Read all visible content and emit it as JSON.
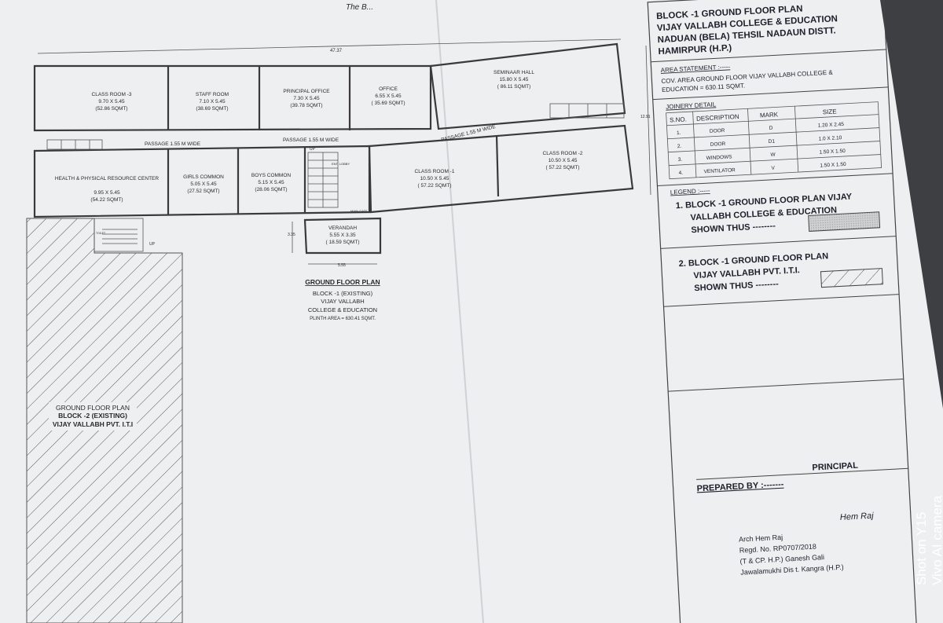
{
  "header_scrap": "The B...",
  "plan": {
    "overall_dim": "47.37",
    "side_dim": "12.91",
    "verandah_dim": "5.55",
    "verandah_height_dim": "3.35",
    "rooms": [
      {
        "key": "cr3",
        "name": "CLASS ROOM -3",
        "size": "9.70 X 5.45",
        "area": "(52.86 SQMT)"
      },
      {
        "key": "staff",
        "name": "STAFF ROOM",
        "size": "7.10 X 5.45",
        "area": "(38.69 SQMT)"
      },
      {
        "key": "principal",
        "name": "PRINCIPAL OFFICE",
        "size": "7.30 X 5.45",
        "area": "(39.78 SQMT)"
      },
      {
        "key": "office",
        "name": "OFFICE",
        "size": "6.55 X 5.45",
        "area": "( 35.69 SQMT)"
      },
      {
        "key": "seminar",
        "name": "SEMINAAR HALL",
        "size": "15.80 X 5.45",
        "area": "( 86.11 SQMT)"
      },
      {
        "key": "health",
        "name": "HEALTH & PHYSICAL\nRESOURCE CENTER",
        "size": "9.95 X 5.45",
        "area": "(54.22 SQMT)"
      },
      {
        "key": "girls",
        "name": "GIRLS COMMON",
        "size": "5.05 X 5.45",
        "area": "(27.52 SQMT)"
      },
      {
        "key": "boys",
        "name": "BOYS COMMON",
        "size": "5.15 X 5.45",
        "area": "(28.06 SQMT)"
      },
      {
        "key": "cr1",
        "name": "CLASS ROOM -1",
        "size": "10.50 X 5.45",
        "area": "( 57.22 SQMT)"
      },
      {
        "key": "cr2",
        "name": "CLASS ROOM -2",
        "size": "10.50 X 5.45",
        "area": "( 57.22 SQMT)"
      },
      {
        "key": "verandah",
        "name": "VERANDAH",
        "size": "5.55 X 3.35",
        "area": "( 18.59 SQMT)"
      }
    ],
    "passage_1": "PASSAGE 1.55 M WIDE",
    "passage_2": "PASSAGE 1.55 M WIDE",
    "passage_3": "PASSAGE 1.55 M WIDE",
    "ent_lobby": "ENT. LOBBY",
    "main_gate": "MAIN GATE",
    "up_1": "UP",
    "up_2": "UP",
    "toilet": "TOILET",
    "caption_title": "GROUND FLOOR PLAN",
    "caption_lines": [
      "BLOCK -1 (EXISTING)",
      "VIJAY VALLABH",
      "COLLEGE & EDUCATION"
    ],
    "plinth": "PLINTH AREA = 630.41 SQMT.",
    "block2_lines": [
      "GROUND FLOOR PLAN",
      "BLOCK -2 (EXISTING)",
      "VIJAY VALLABH PVT. I.T.I"
    ]
  },
  "title_block": {
    "title_lines": [
      "BLOCK -1 GROUND FLOOR PLAN",
      "VIJAY VALLABH COLLEGE & EDUCATION",
      "NADUAN (BELA) TEHSIL NADAUN DISTT.",
      "HAMIRPUR (H.P.)"
    ],
    "area_statement_heading": "AREA STATEMENT :-----",
    "area_statement_lines": [
      "COV. AREA GROUND FLOOR VIJAY VALLABH COLLEGE &",
      "EDUCATION = 630.11 SQMT."
    ],
    "joinery_heading": "JOINERY DETAIL",
    "joinery_columns": [
      "S.NO.",
      "DESCRIPTION",
      "MARK",
      "SIZE"
    ],
    "joinery_rows": [
      [
        "1.",
        "DOOR",
        "D",
        "1.20 X 2.45"
      ],
      [
        "2.",
        "DOOR",
        "D1",
        "1.0 X 2.10"
      ],
      [
        "3.",
        "WINDOWS",
        "W",
        "1.50 X 1.50"
      ],
      [
        "4.",
        "VENTILATOR",
        "V",
        "1.50 X 1.50"
      ]
    ],
    "legend_heading": "LEGEND :-----",
    "legend_1": [
      "1. BLOCK -1 GROUND FLOOR PLAN VIJAY",
      "VALLABH COLLEGE & EDUCATION",
      "SHOWN THUS --------"
    ],
    "legend_2": [
      "2. BLOCK -1 GROUND FLOOR PLAN",
      "VIJAY VALLABH PVT. I.T.I.",
      "SHOWN THUS --------"
    ],
    "principal": "PRINCIPAL",
    "prepared_by": "PREPARED BY :-------",
    "signature": "Hem Raj",
    "architect_lines": [
      "Arch Hem Raj",
      "Regd. No. RP0707/2018",
      "(T & CP. H.P.) Ganesh Gali",
      "Jawalamukhi Dis t. Kangra (H.P.)"
    ]
  },
  "watermark": [
    "Shot on Y15",
    "Vivo AI camera"
  ]
}
